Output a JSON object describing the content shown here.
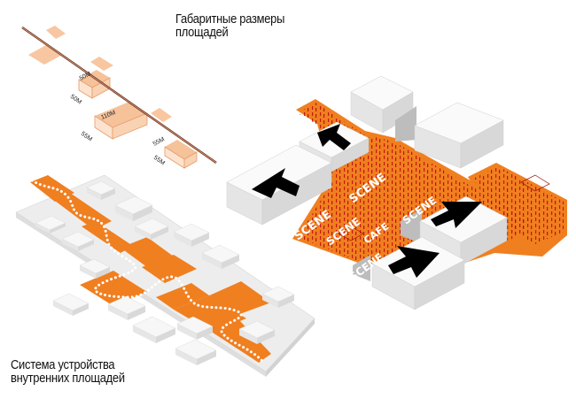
{
  "captions": {
    "dimensions": [
      "Габаритные размеры",
      "площадей"
    ],
    "system": [
      "Система устройства",
      "внутренних площадей"
    ]
  },
  "dimension_labels": [
    "50M",
    "50M",
    "110M",
    "55M",
    "55M",
    "55M"
  ],
  "zone_labels": [
    "SCENE",
    "SCENE",
    "SCENE",
    "SCENE",
    "CAFE",
    "SCENE"
  ],
  "colors": {
    "accent": "#f07f20",
    "light_orange": "#f8c6a0",
    "block": "#f4f4f4",
    "arrow": "#000000",
    "path_dots": "#ffffff"
  }
}
